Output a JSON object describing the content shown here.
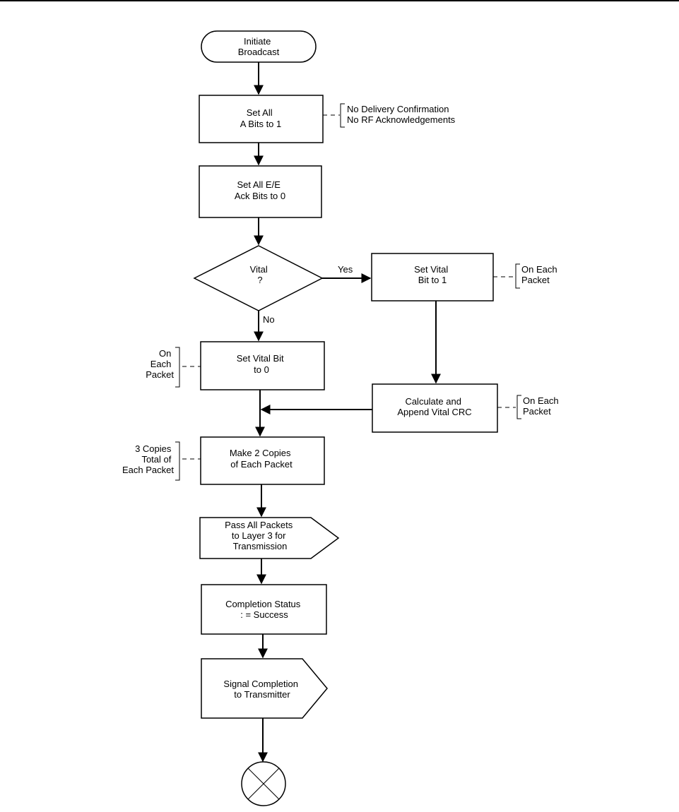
{
  "nodes": {
    "initiate": [
      "Initiate",
      "Broadcast"
    ],
    "set_a_bits": [
      "Set All",
      "A Bits to 1"
    ],
    "set_ee_ack": [
      "Set All E/E",
      "Ack Bits to 0"
    ],
    "vital_decision": [
      "Vital",
      "?"
    ],
    "set_vital_1": [
      "Set Vital",
      "Bit to 1"
    ],
    "set_vital_0": [
      "Set Vital Bit",
      "to 0"
    ],
    "calc_crc": [
      "Calculate and",
      "Append Vital CRC"
    ],
    "make_copies": [
      "Make 2 Copies",
      "of Each Packet"
    ],
    "pass_packets": [
      "Pass All Packets",
      "to Layer 3 for",
      "Transmission"
    ],
    "completion_status": [
      "Completion Status",
      ": = Success"
    ],
    "signal_completion": [
      "Signal Completion",
      "to Transmitter"
    ]
  },
  "branch_labels": {
    "yes": "Yes",
    "no": "No"
  },
  "annotations": {
    "no_confirmation": [
      "No Delivery Confirmation",
      "No RF Acknowledgements"
    ],
    "on_each_packet_vital1": [
      "On Each",
      "Packet"
    ],
    "on_each_packet_vital0": [
      "On",
      "Each",
      "Packet"
    ],
    "on_each_packet_crc": [
      "On Each",
      "Packet"
    ],
    "three_copies": [
      "3 Copies",
      "Total of",
      "Each Packet"
    ]
  }
}
